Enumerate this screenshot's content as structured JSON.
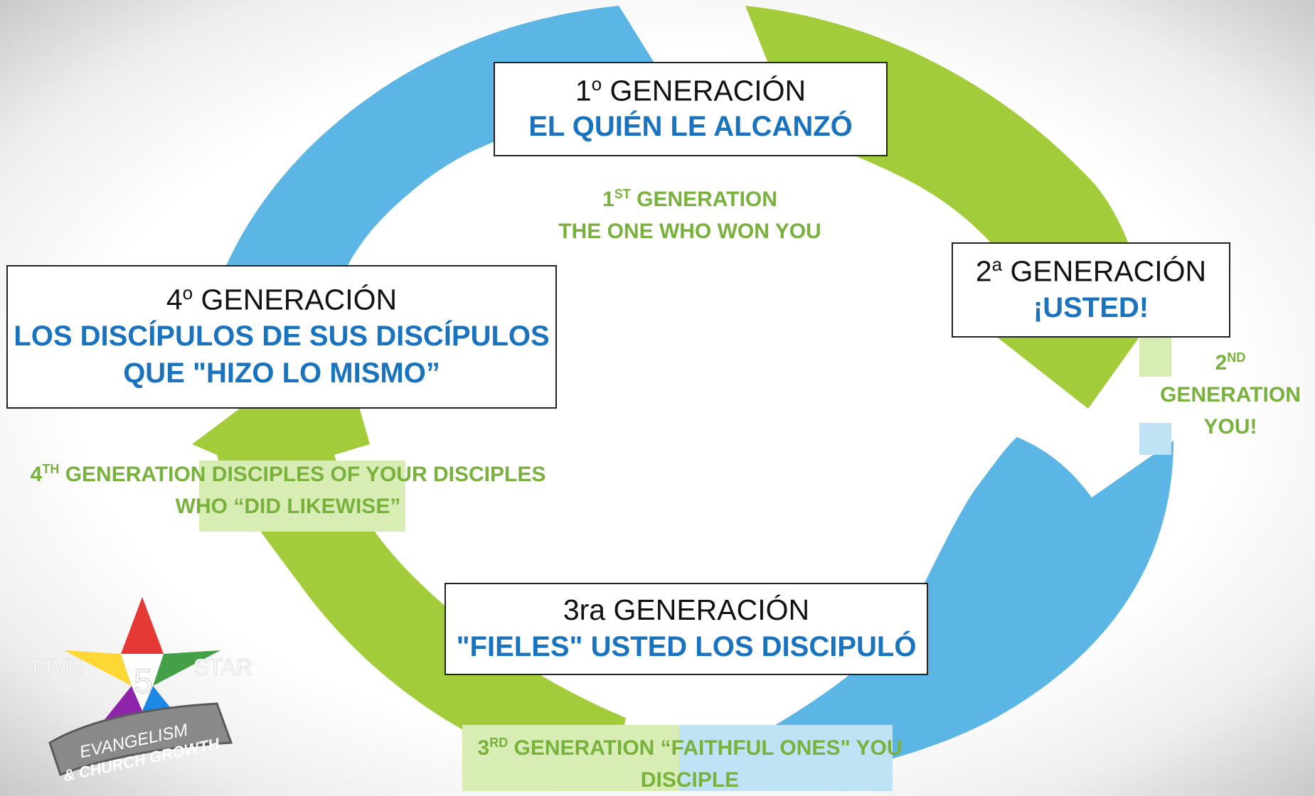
{
  "diagram": {
    "colors": {
      "blue": "#5bb5e5",
      "green": "#a2cc3a",
      "light_green": "#d8edb4",
      "light_blue": "#bfe3f4",
      "title_text": "#111111",
      "spanish_subtitle": "#1a73be",
      "english_label": "#78b23c"
    },
    "generations": [
      {
        "num": "1",
        "sup": "o",
        "title": "GENERACIÓN",
        "subtitle": "EL QUIÉN LE ALCANZÓ",
        "en_num": "1",
        "en_sup": "ST",
        "en_title": "GENERATION",
        "en_line2": "THE ONE WHO WON YOU"
      },
      {
        "num": "2",
        "sup": "a",
        "title": "GENERACIÓN",
        "subtitle": "¡USTED!",
        "en_num": "2",
        "en_sup": "ND",
        "en_title": "GENERATION",
        "en_line2": "YOU!"
      },
      {
        "title": "3ra GENERACIÓN",
        "subtitle": "\"FIELES\" USTED LOS DISCIPULÓ",
        "en_num": "3",
        "en_sup": "RD",
        "en_line1": "GENERATION “FAITHFUL ONES\" YOU",
        "en_line2": "DISCIPLE"
      },
      {
        "num": "4",
        "sup": "o",
        "title": "GENERACIÓN",
        "subtitle1": "LOS DISCÍPULOS DE SUS DISCÍPULOS",
        "subtitle2": "QUE \"HIZO LO MISMO”",
        "en_num": "4",
        "en_sup": "TH",
        "en_line1": "GENERATION DISCIPLES OF YOUR DISCIPLES",
        "en_line2": "WHO “DID LIKEWISE”"
      }
    ]
  },
  "logo": {
    "left_word": "FIVE",
    "center_numeral": "5",
    "right_word": "STAR",
    "banner_line1": "EVANGELISM",
    "banner_line2": "& CHURCH GROWTH",
    "star_colors": [
      "#e53935",
      "#1e88e5",
      "#43a047",
      "#fdd835",
      "#8e24aa"
    ]
  }
}
